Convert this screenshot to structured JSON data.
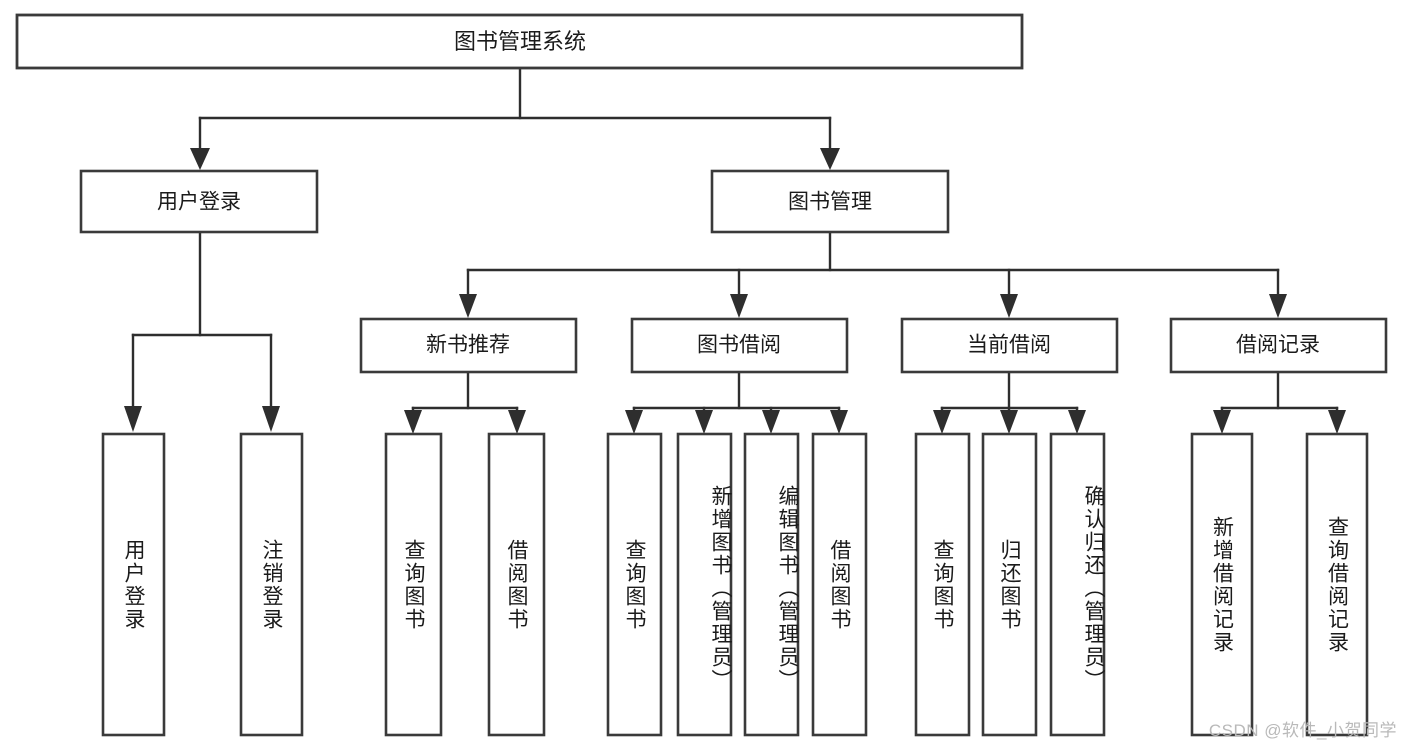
{
  "diagram": {
    "type": "tree-hierarchy",
    "title": "图书管理系统",
    "watermark": "CSDN @软件_小贺同学",
    "root": {
      "id": "root",
      "label": "图书管理系统",
      "orientation": "horizontal"
    },
    "level2": [
      {
        "id": "user-login",
        "label": "用户登录",
        "orientation": "horizontal"
      },
      {
        "id": "book-manage",
        "label": "图书管理",
        "orientation": "horizontal"
      }
    ],
    "level3": [
      {
        "id": "new-book-recommend",
        "label": "新书推荐",
        "parent": "book-manage",
        "orientation": "horizontal"
      },
      {
        "id": "book-borrow",
        "label": "图书借阅",
        "parent": "book-manage",
        "orientation": "horizontal"
      },
      {
        "id": "current-borrow",
        "label": "当前借阅",
        "parent": "book-manage",
        "orientation": "horizontal"
      },
      {
        "id": "borrow-record",
        "label": "借阅记录",
        "parent": "book-manage",
        "orientation": "horizontal"
      }
    ],
    "leaves": [
      {
        "id": "leaf-user-login",
        "label": "用户登录",
        "parent": "user-login",
        "orientation": "vertical"
      },
      {
        "id": "leaf-user-logout",
        "label": "注销登录",
        "parent": "user-login",
        "orientation": "vertical"
      },
      {
        "id": "leaf-query-book-1",
        "label": "查询图书",
        "parent": "new-book-recommend",
        "orientation": "vertical"
      },
      {
        "id": "leaf-borrow-book-1",
        "label": "借阅图书",
        "parent": "new-book-recommend",
        "orientation": "vertical"
      },
      {
        "id": "leaf-query-book-2",
        "label": "查询图书",
        "parent": "book-borrow",
        "orientation": "vertical"
      },
      {
        "id": "leaf-add-book",
        "label": "新增图书（管理员）",
        "parent": "book-borrow",
        "orientation": "vertical"
      },
      {
        "id": "leaf-edit-book",
        "label": "编辑图书（管理员）",
        "parent": "book-borrow",
        "orientation": "vertical"
      },
      {
        "id": "leaf-borrow-book-2",
        "label": "借阅图书",
        "parent": "book-borrow",
        "orientation": "vertical"
      },
      {
        "id": "leaf-query-book-3",
        "label": "查询图书",
        "parent": "current-borrow",
        "orientation": "vertical"
      },
      {
        "id": "leaf-return-book",
        "label": "归还图书",
        "parent": "current-borrow",
        "orientation": "vertical"
      },
      {
        "id": "leaf-confirm-return",
        "label": "确认归还（管理员）",
        "parent": "current-borrow",
        "orientation": "vertical"
      },
      {
        "id": "leaf-add-record",
        "label": "新增借阅记录",
        "parent": "borrow-record",
        "orientation": "vertical"
      },
      {
        "id": "leaf-query-record",
        "label": "查询借阅记录",
        "parent": "borrow-record",
        "orientation": "vertical"
      }
    ],
    "colors": {
      "background": "#ffffff",
      "box_fill": "#ffffff",
      "box_stroke": "#3a3a3a",
      "connector": "#2e2e2e",
      "text": "#1b1b1b",
      "watermark": "#b9b9b9"
    }
  }
}
